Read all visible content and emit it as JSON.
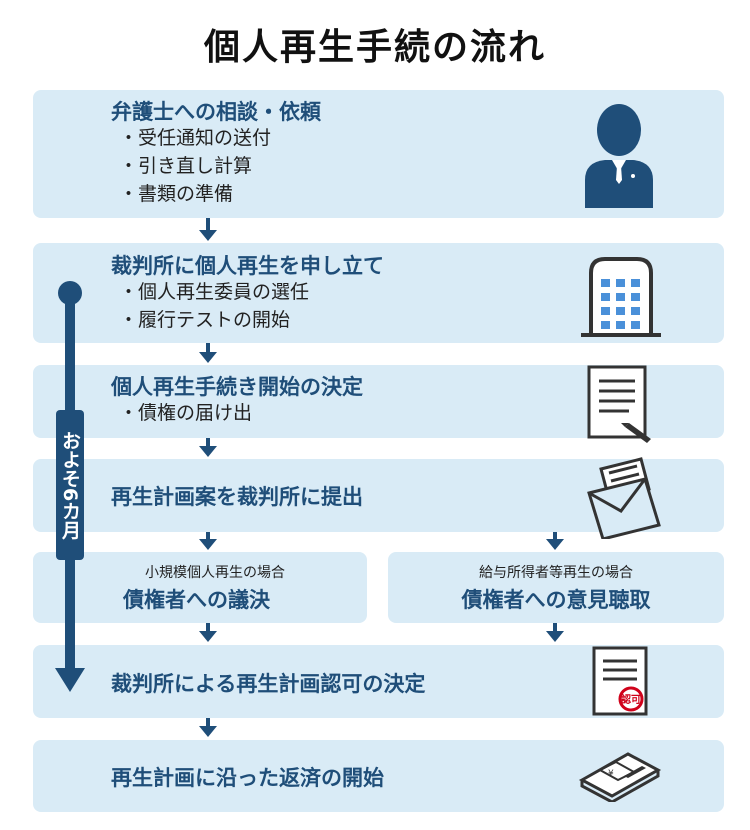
{
  "title": "個人再生手続の流れ",
  "timeline_label": "およそ6カ月",
  "steps": {
    "s1": {
      "head": "弁護士への相談・依頼",
      "items": [
        "・受任通知の送付",
        "・引き直し計算",
        "・書類の準備"
      ]
    },
    "s2": {
      "head": "裁判所に個人再生を申し立て",
      "items": [
        "・個人再生委員の選任",
        "・履行テストの開始"
      ]
    },
    "s3": {
      "head": "個人再生手続き開始の決定",
      "items": [
        "・債権の届け出"
      ]
    },
    "s4": {
      "head": "再生計画案を裁判所に提出"
    },
    "s5a": {
      "small": "小規模個人再生の場合",
      "big": "債権者への議決"
    },
    "s5b": {
      "small": "給与所得者等再生の場合",
      "big": "債権者への意見聴取"
    },
    "s6": {
      "head": "裁判所による再生計画認可の決定"
    },
    "s7": {
      "head": "再生計画に沿った返済の開始"
    }
  },
  "stamp_text": "認可",
  "colors": {
    "primary": "#1f4e79",
    "box": "#d9ebf6",
    "stamp": "#d0021b"
  },
  "icons": [
    "lawyer-icon",
    "courthouse-icon",
    "document-pen-icon",
    "envelope-document-icon",
    "approval-stamp-document-icon",
    "money-bundle-icon"
  ]
}
